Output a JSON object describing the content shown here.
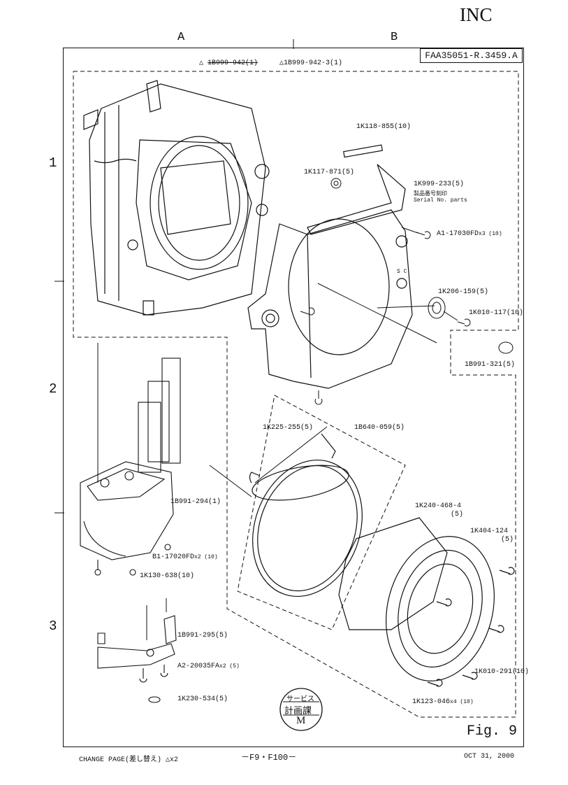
{
  "header": {
    "corner_text": "INC",
    "column_a": "A",
    "column_b": "B",
    "document_code": "FAA35051-R.3459.A",
    "rev_old": "1B999-942(1)",
    "rev_new": "1B999-942-3(1)"
  },
  "rows": [
    "1",
    "2",
    "3"
  ],
  "parts": {
    "p1K118": "1K118-855(10)",
    "p1K117": "1K117-871(5)",
    "p1K999": "1K999-233(5)",
    "p1K999_jp": "製品番号刻印",
    "p1K999_en": "Serial No. parts",
    "pA1": "A1-17030FD",
    "pA1_qty": "x3 (10)",
    "p1K206": "1K206-159(5)",
    "p1K010_117": "1K010-117(10)",
    "p1B991_321": "1B991-321(5)",
    "p1K225": "1K225-255(5)",
    "p1B640": "1B640-059(5)",
    "p1B991_294": "1B991-294(1)",
    "pB1": "B1-17020FD",
    "pB1_qty": "x2 (10)",
    "p1K130": "1K130-638(10)",
    "p1K240": "1K240-468-4",
    "p1K240_qty": "(5)",
    "p1K404": "1K404-124",
    "p1K404_qty": "(5)",
    "p1B991_295": "1B991-295(5)",
    "pA2": "A2-20035FA",
    "pA2_qty": "x2 (5)",
    "p1K230": "1K230-534(5)",
    "p1K010_291": "1K010-291(10)",
    "p1K123": "1K123-046",
    "p1K123_qty": "x4 (10)",
    "sc_marks": "S C"
  },
  "stamp": {
    "line1": "サービス",
    "line2": "計画課",
    "line3": "M"
  },
  "figure_label": "Fig. 9",
  "footer": {
    "change_page": "CHANGE PAGE(差し替え) △x2",
    "page_ref": "－F9・F100－",
    "date": "OCT 31, 2000"
  }
}
